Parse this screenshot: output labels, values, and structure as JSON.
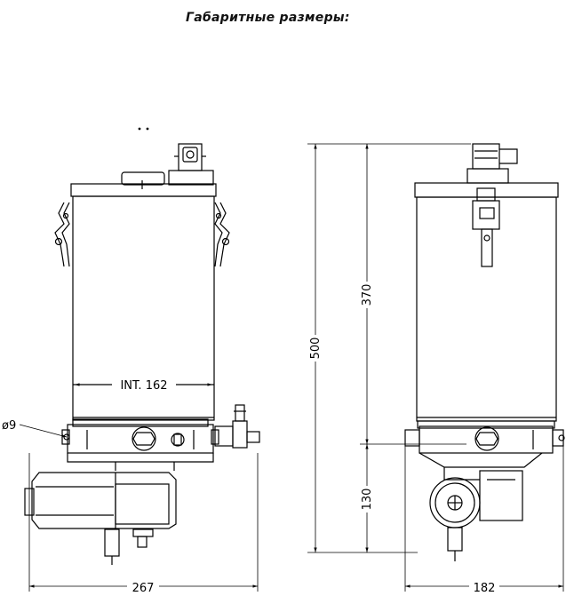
{
  "heading": "Габаритные размеры:",
  "dimensions": {
    "interior_width": "INT. 162",
    "bolt_hole": "ø9",
    "overall_height": "500",
    "reservoir_height": "370",
    "pump_height": "130",
    "front_width": "267",
    "side_width": "182"
  }
}
